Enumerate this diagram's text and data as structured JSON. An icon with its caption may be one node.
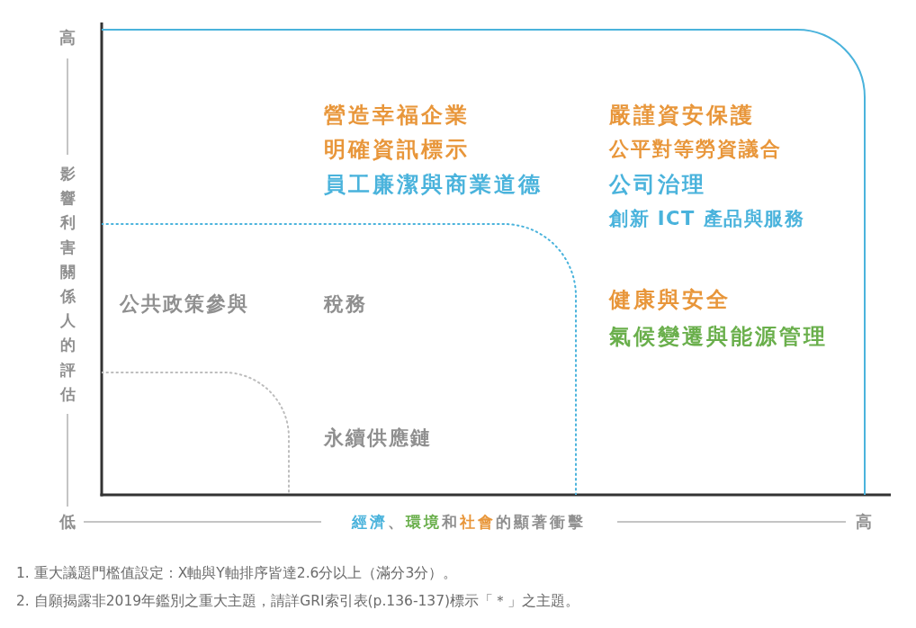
{
  "diagram": {
    "nodes": [
      {
        "text": [
          "營造幸福企業",
          "明確資訊標示",
          "員工廉潔與商業道德",
          "嚴謹資安保護",
          "公平對等勞資議合",
          "公司治理",
          "創新 ICT 產品與服務",
          "健康與安全",
          "氣候變遷與能源管理"
        ]
      },
      {
        "text": [
          "公共政策參與",
          "稅務",
          "永續供應鏈"
        ],
        "in": 0
      },
      {
        "text": [],
        "shape": "box",
        "in": 1
      }
    ],
    "labels": [
      "高",
      "影響利害關係人的評估",
      "低",
      "經濟、環境和社會的顯著衝擊",
      "高",
      "1. 重大議題門檻值設定：X軸與Y軸排序皆達2.6分以上（滿分3分）。",
      "2. 自願揭露非2019年鑑別之重大主題，請詳GRI索引表(p.136-137)標示「＊」之主題。"
    ]
  }
}
